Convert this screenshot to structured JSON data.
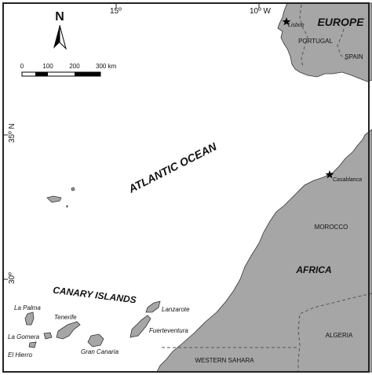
{
  "colors": {
    "land": "#a6a6a6",
    "sea": "#ffffff",
    "frame": "#222222",
    "border_dash": "#555555"
  },
  "graticule": {
    "lon_15": "15º",
    "lon_10": "10º W",
    "lat_35": "35º N",
    "lat_30": "30º"
  },
  "north_arrow": {
    "letter": "N",
    "icon": "north-arrow-icon"
  },
  "scale_bar": {
    "ticks": [
      "0",
      "100",
      "200",
      "300 km"
    ]
  },
  "labels": {
    "ocean": "ATLANTIC OCEAN",
    "archipelago": "CANARY ISLANDS",
    "continent_europe": "EUROPE",
    "continent_africa": "AFRICA"
  },
  "countries": {
    "portugal": "PORTUGAL",
    "spain": "SPAIN",
    "morocco": "MOROCCO",
    "algeria": "ALGERIA",
    "western_sahara": "WESTERN SAHARA"
  },
  "cities": {
    "lisbon": "Lisbon",
    "casablanca": "Casablanca"
  },
  "islands": {
    "la_palma": "La Palma",
    "tenerife": "Tenerife",
    "la_gomera": "La Gomera",
    "el_hierro": "El Hierro",
    "gran_canaria": "Gran Canaria",
    "lanzarote": "Lanzarote",
    "fuerteventura": "Fuerteventura"
  }
}
